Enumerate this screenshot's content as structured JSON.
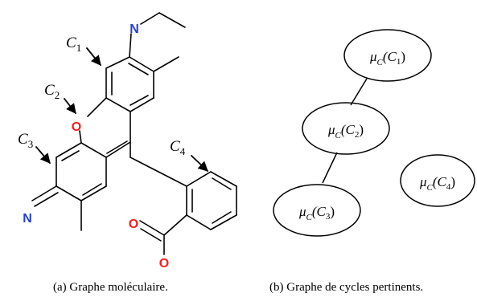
{
  "colors": {
    "nitrogen": "#1f3fd6",
    "oxygen": "#ff1a1a",
    "bond": "#000000"
  },
  "molecule": {
    "atoms": {
      "n_top": "N",
      "o_ring": "O",
      "n_left": "N",
      "o_carbonyl": "O",
      "o_single": "O"
    },
    "labels": [
      {
        "letter": "C",
        "index": "1"
      },
      {
        "letter": "C",
        "index": "2"
      },
      {
        "letter": "C",
        "index": "3"
      },
      {
        "letter": "C",
        "index": "4"
      }
    ]
  },
  "graph": {
    "nodes": [
      {
        "mu": "μ",
        "sub": "C",
        "open": "(C",
        "idx": "1",
        "close": ")"
      },
      {
        "mu": "μ",
        "sub": "C",
        "open": "(C",
        "idx": "2",
        "close": ")"
      },
      {
        "mu": "μ",
        "sub": "C",
        "open": "(C",
        "idx": "3",
        "close": ")"
      },
      {
        "mu": "μ",
        "sub": "C",
        "open": "(C",
        "idx": "4",
        "close": ")"
      }
    ],
    "edges": [
      [
        "C1",
        "C2"
      ],
      [
        "C2",
        "C3"
      ]
    ]
  },
  "captions": {
    "a": "(a) Graphe moléculaire.",
    "b": "(b) Graphe de cycles pertinents."
  }
}
